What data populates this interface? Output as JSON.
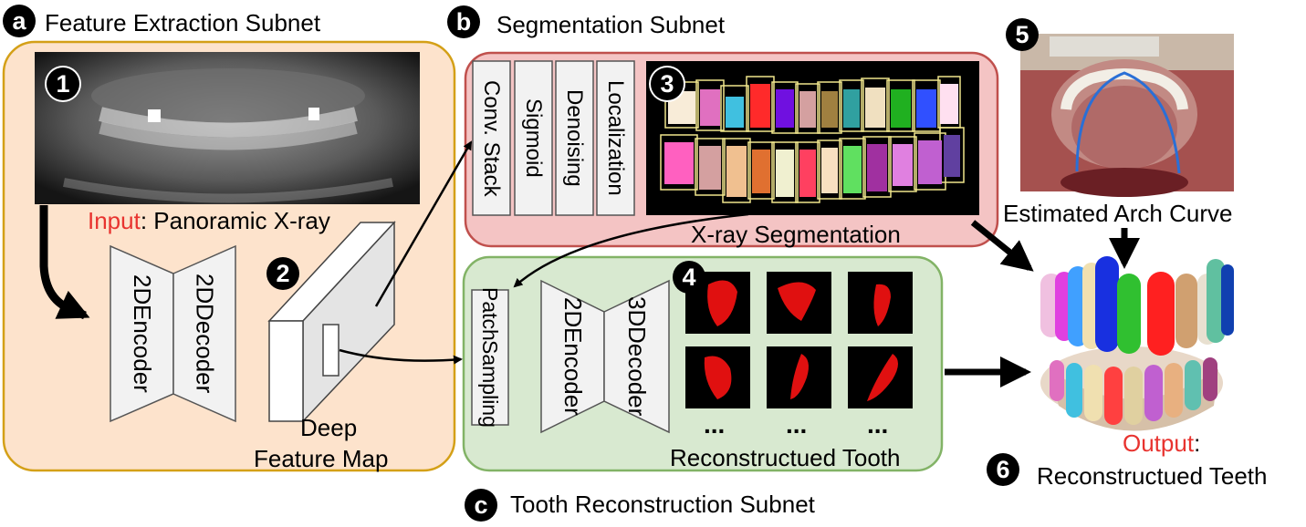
{
  "subnets": {
    "a": {
      "letter": "a",
      "title": "Feature Extraction Subnet"
    },
    "b": {
      "letter": "b",
      "title": "Segmentation Subnet"
    },
    "c": {
      "letter": "c",
      "title": "Tooth Reconstruction Subnet"
    }
  },
  "steps": [
    "1",
    "2",
    "3",
    "4",
    "5",
    "6"
  ],
  "input": {
    "prefix": "Input",
    "text": ": Panoramic X-ray"
  },
  "feature_extraction": {
    "encoder": [
      "2D",
      "Encoder"
    ],
    "decoder": [
      "2D",
      "Decoder"
    ],
    "feature_map": [
      "Deep",
      "Feature Map"
    ]
  },
  "segmentation": {
    "stages": [
      "Conv. Stack",
      "Sigmoid",
      "Denoising",
      "Localization"
    ],
    "result": "X-ray Segmentation"
  },
  "reconstruction": {
    "patch": [
      "Patch",
      "Sampling"
    ],
    "encoder": [
      "2D",
      "Encoder"
    ],
    "decoder": [
      "3D",
      "Decoder"
    ],
    "ellipsis": "...",
    "result": "Reconstructued Tooth"
  },
  "arch": {
    "caption": "Estimated Arch Curve"
  },
  "output": {
    "prefix": "Output",
    "suffix": ":",
    "text": "Reconstructued Teeth"
  },
  "colors": {
    "panel_a_fill": "#fde3cc",
    "panel_a_stroke": "#d4a017",
    "panel_b_fill": "#f4c4c4",
    "panel_b_stroke": "#c0504d",
    "panel_c_fill": "#d8e9d0",
    "panel_c_stroke": "#82b366",
    "highlight_red": "#e8332f",
    "tooth_red": "#e01010"
  }
}
